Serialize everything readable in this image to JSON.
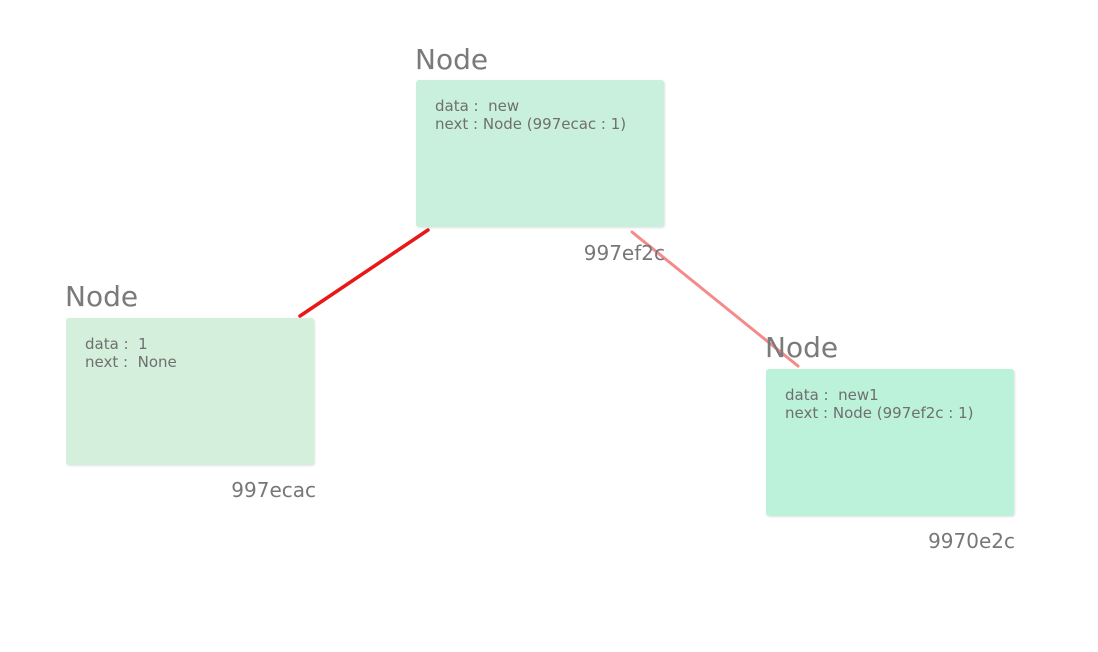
{
  "nodes": {
    "top": {
      "title": "Node",
      "data_label": "data :",
      "data_value": "new",
      "next_label": "next :",
      "next_value": "Node (997ecac : 1)",
      "address": "997ef2c",
      "color": "#c9f0dc"
    },
    "left": {
      "title": "Node",
      "data_label": "data :",
      "data_value": "1",
      "next_label": "next :",
      "next_value": "None",
      "address": "997ecac",
      "color": "#d4f0dc"
    },
    "right": {
      "title": "Node",
      "data_label": "data :",
      "data_value": "new1",
      "next_label": "next :",
      "next_value": "Node (997ef2c : 1)",
      "address": "9970e2c",
      "color": "#bcf1da"
    }
  },
  "links": {
    "top_to_left": {
      "from": "997ef2c",
      "to": "997ecac",
      "color": "#e81818"
    },
    "right_to_top": {
      "from": "9970e2c",
      "to": "997ef2c",
      "color": "#f48a8a"
    }
  }
}
